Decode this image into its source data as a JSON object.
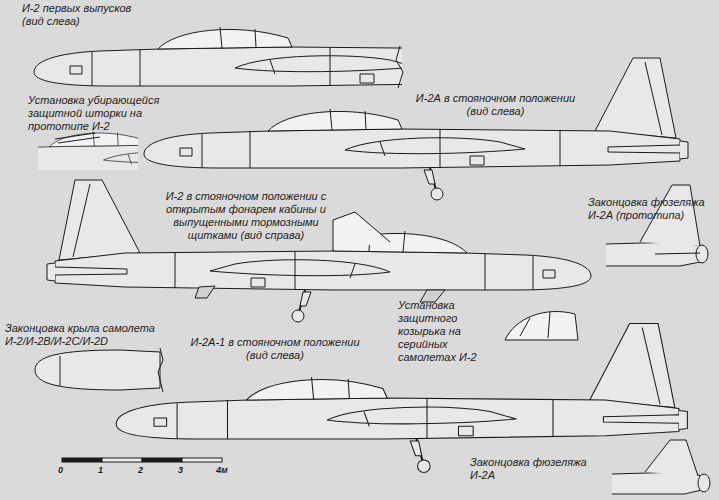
{
  "diagram": {
    "labels": [
      "И-2 первых выпусков (вид слева)",
      "Установка убирающейся защитной шторки на прототипе И-2",
      "И-2А в стояночном положении (вид слева)",
      "И-2 в стояночном положении с открытым фонарем кабины и выпущенными тормозными щитками (вид справа)",
      "Законцовка фюзеляжа И-2А (прототипа)",
      "Законцовка крыла самолета И-2/И-2В/И-2С/И-2D",
      "Установка защитного козырька на серийных самолетах И-2",
      "И-2А-1 в стояночном положении (вид слева)",
      "Законцовка фюзеляжа И-2А",
      "0",
      "1",
      "2",
      "3",
      "4м"
    ]
  }
}
